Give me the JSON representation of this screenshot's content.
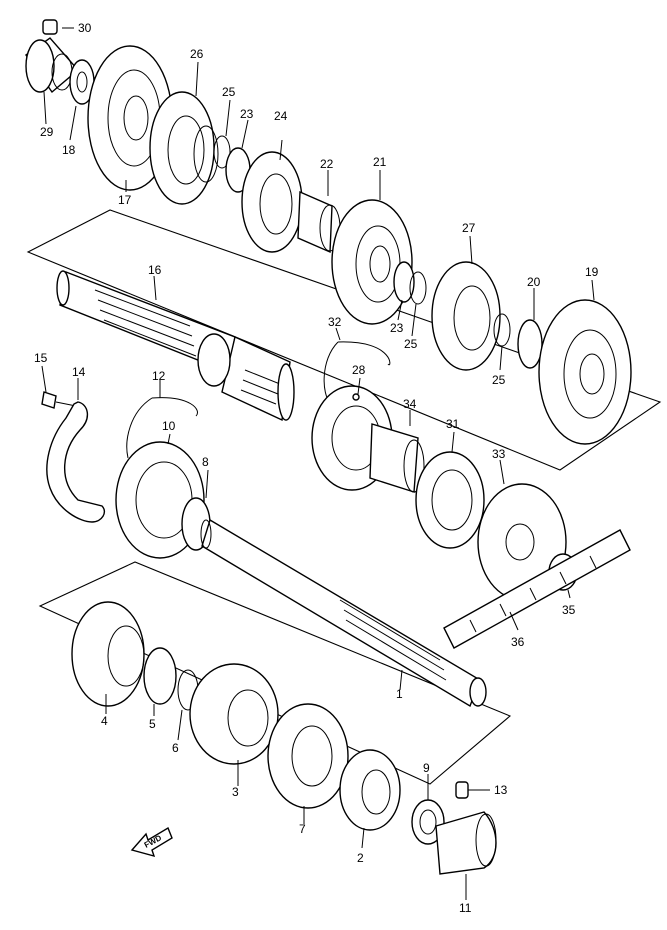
{
  "callouts": [
    {
      "id": "c1",
      "text": "1"
    },
    {
      "id": "c2",
      "text": "2"
    },
    {
      "id": "c3",
      "text": "3"
    },
    {
      "id": "c4",
      "text": "4"
    },
    {
      "id": "c5",
      "text": "5"
    },
    {
      "id": "c6",
      "text": "6"
    },
    {
      "id": "c7",
      "text": "7"
    },
    {
      "id": "c8",
      "text": "8"
    },
    {
      "id": "c9",
      "text": "9"
    },
    {
      "id": "c10",
      "text": "10"
    },
    {
      "id": "c11",
      "text": "11"
    },
    {
      "id": "c12",
      "text": "12"
    },
    {
      "id": "c13",
      "text": "13"
    },
    {
      "id": "c14",
      "text": "14"
    },
    {
      "id": "c15",
      "text": "15"
    },
    {
      "id": "c16",
      "text": "16"
    },
    {
      "id": "c17",
      "text": "17"
    },
    {
      "id": "c18",
      "text": "18"
    },
    {
      "id": "c19",
      "text": "19"
    },
    {
      "id": "c20",
      "text": "20"
    },
    {
      "id": "c21",
      "text": "21"
    },
    {
      "id": "c22",
      "text": "22"
    },
    {
      "id": "c23a",
      "text": "23"
    },
    {
      "id": "c23b",
      "text": "23"
    },
    {
      "id": "c24",
      "text": "24"
    },
    {
      "id": "c25a",
      "text": "25"
    },
    {
      "id": "c25b",
      "text": "25"
    },
    {
      "id": "c25c",
      "text": "25"
    },
    {
      "id": "c26",
      "text": "26"
    },
    {
      "id": "c27",
      "text": "27"
    },
    {
      "id": "c28",
      "text": "28"
    },
    {
      "id": "c29",
      "text": "29"
    },
    {
      "id": "c30",
      "text": "30"
    },
    {
      "id": "c31",
      "text": "31"
    },
    {
      "id": "c32",
      "text": "32"
    },
    {
      "id": "c33",
      "text": "33"
    },
    {
      "id": "c34",
      "text": "34"
    },
    {
      "id": "c35",
      "text": "35"
    },
    {
      "id": "c36",
      "text": "36"
    }
  ],
  "fwd_marker": {
    "text": "FWD"
  }
}
